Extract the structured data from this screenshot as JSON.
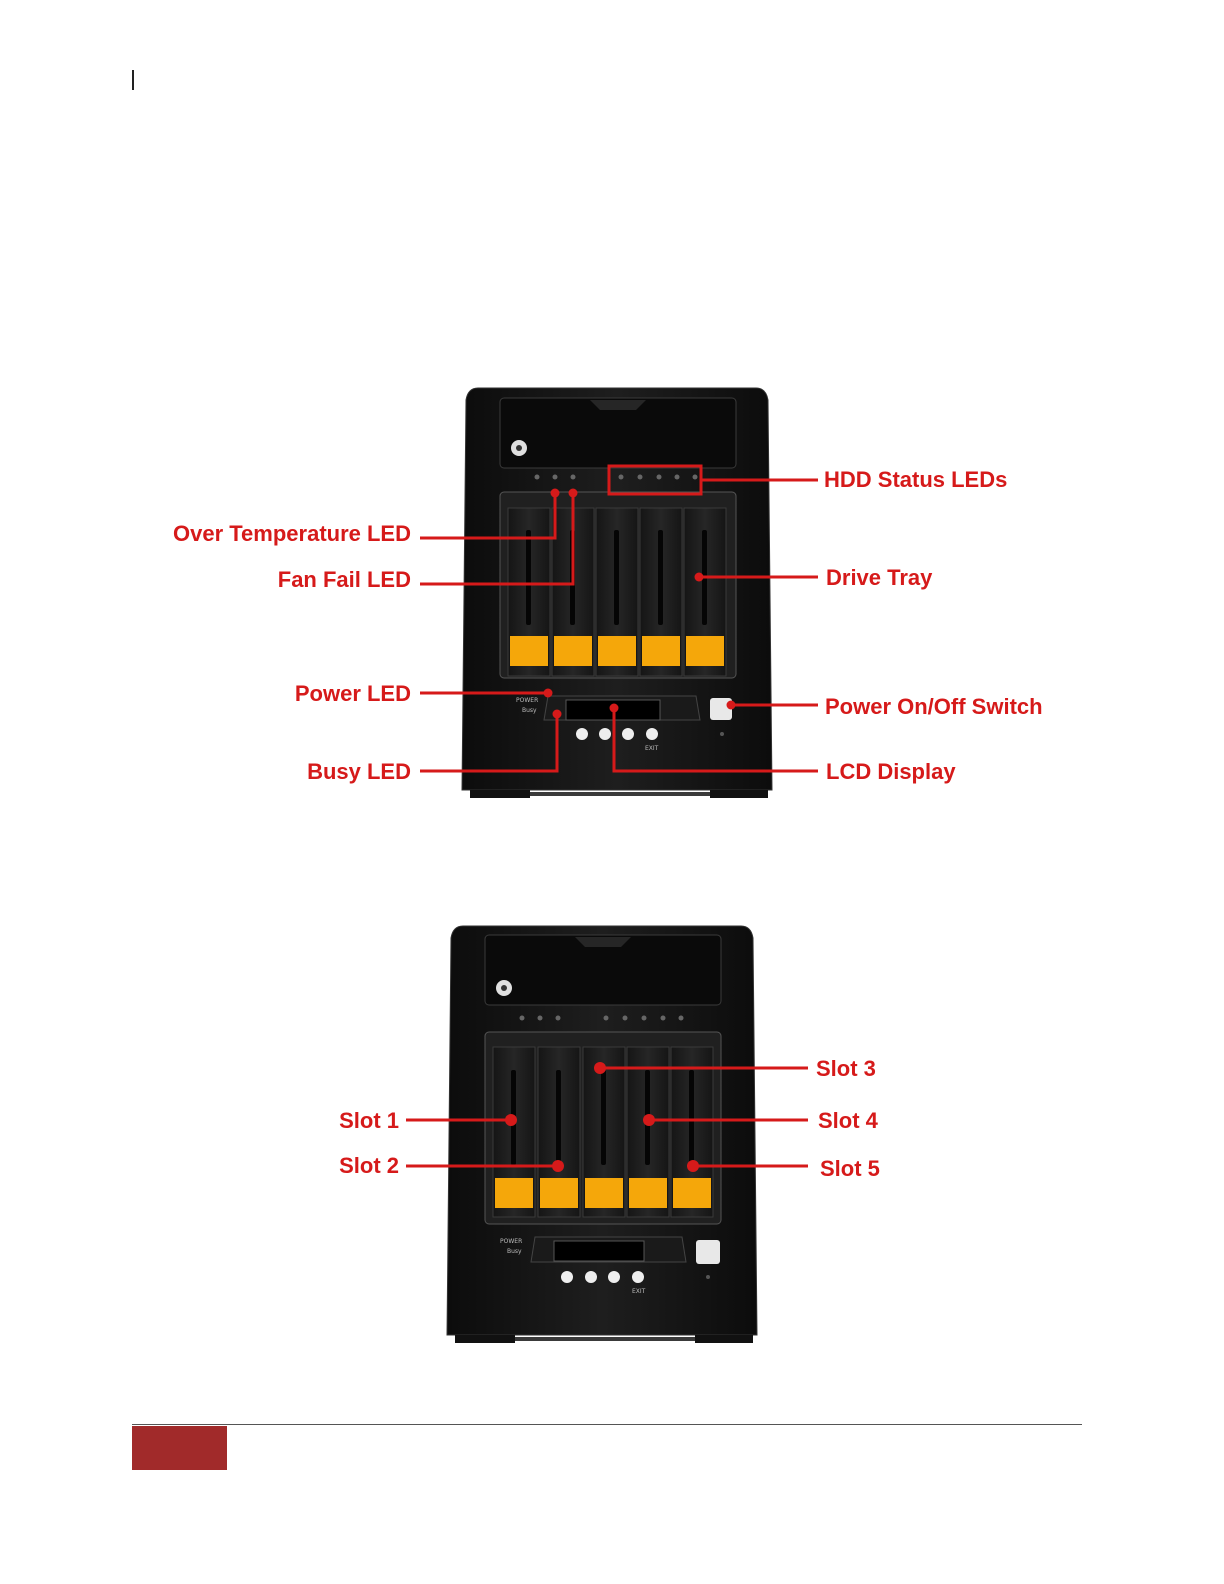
{
  "figure1": {
    "labels": {
      "hdd_status_leds": "HDD Status LEDs",
      "over_temperature_led": "Over Temperature LED",
      "fan_fail_led": "Fan Fail LED",
      "drive_tray": "Drive Tray",
      "power_led": "Power LED",
      "power_switch": "Power On/Off Switch",
      "busy_led": "Busy LED",
      "lcd_display": "LCD Display"
    },
    "panel_text": {
      "power": "POWER",
      "busy": "Busy",
      "exit": "EXIT"
    }
  },
  "figure2": {
    "slots": [
      "Slot 1",
      "Slot 2",
      "Slot 3",
      "Slot 4",
      "Slot 5"
    ],
    "panel_text": {
      "power": "POWER",
      "busy": "Busy",
      "exit": "EXIT"
    }
  },
  "colors": {
    "callout": "#d61a1a",
    "tray_handle": "#f5a70a",
    "enclosure": "#141414",
    "footer_block": "#a12a2a"
  }
}
